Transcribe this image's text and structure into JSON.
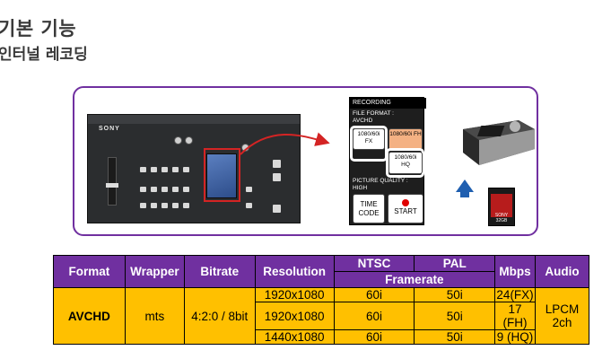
{
  "slide": {
    "title": "기본 기능",
    "subtitle": "인터널 레코딩"
  },
  "device": {
    "brand": "SONY"
  },
  "recording_panel": {
    "title": "RECORDING",
    "file_format_label": "FILE FORMAT :",
    "file_format_value": "AVCHD",
    "btn_fx": "1080/60i FX",
    "btn_fh": "1080/60i FH",
    "btn_hq": "1080/60i HQ",
    "picture_quality_label": "PICTURE QUALITY :",
    "picture_quality_value": "HIGH",
    "time_code": "TIME CODE",
    "start": "START"
  },
  "sd_card": {
    "text": "SONY 32GB"
  },
  "colors": {
    "accent": "#7030a0",
    "table_fill": "#ffc000",
    "selected": "#f4b183",
    "highlight_box": "#d42424",
    "arrow_blue": "#1f5fb0"
  },
  "table": {
    "headers": {
      "format": "Format",
      "wrapper": "Wrapper",
      "bitrate": "Bitrate",
      "resolution": "Resolution",
      "ntsc": "NTSC",
      "pal": "PAL",
      "framerate": "Framerate",
      "mbps": "Mbps",
      "audio": "Audio"
    },
    "format": "AVCHD",
    "wrapper": "mts",
    "bitrate": "4:2:0 / 8bit",
    "audio": "LPCM 2ch",
    "rows": [
      {
        "resolution": "1920x1080",
        "ntsc": "60i",
        "pal": "50i",
        "mbps": "24(FX)"
      },
      {
        "resolution": "1920x1080",
        "ntsc": "60i",
        "pal": "50i",
        "mbps": "17 (FH)"
      },
      {
        "resolution": "1440x1080",
        "ntsc": "60i",
        "pal": "50i",
        "mbps": "9 (HQ)"
      }
    ]
  }
}
